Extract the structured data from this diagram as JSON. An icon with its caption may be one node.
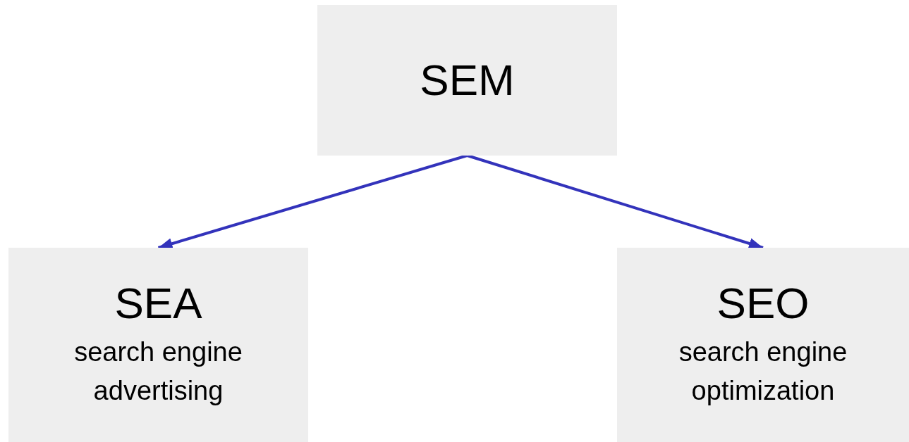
{
  "diagram": {
    "nodes": [
      {
        "text": [
          "SEM"
        ]
      },
      {
        "text": [
          "SEA",
          "search engine advertising"
        ]
      },
      {
        "text": [
          "SEO",
          "search engine optimization"
        ]
      }
    ],
    "edges": [
      {
        "from": 0,
        "to": 1,
        "arrow": "to"
      },
      {
        "from": 0,
        "to": 2,
        "arrow": "to"
      }
    ]
  }
}
